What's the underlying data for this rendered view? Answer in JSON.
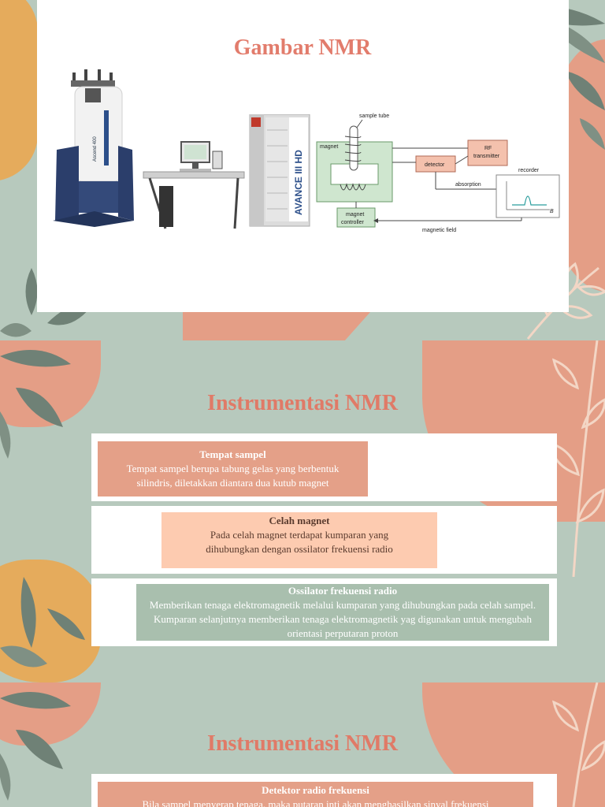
{
  "colors": {
    "background": "#b7c9bd",
    "accent_title": "#e07a67",
    "salmon": "#e4a088",
    "peach": "#fdcbb0",
    "sage_box": "#a9bfae",
    "mustard": "#e5ab5c",
    "leaf_dark": "#6f8176"
  },
  "slide1": {
    "title": "Gambar NMR",
    "diagram": {
      "sample_tube": "sample tube",
      "magnet": "magnet",
      "detector": "detector",
      "rf_transmitter_line1": "RF",
      "rf_transmitter_line2": "transmitter",
      "recorder": "recorder",
      "absorption": "absorption",
      "magnet_controller_line1": "magnet",
      "magnet_controller_line2": "controller",
      "magnetic_field": "magnetic field",
      "b_label": "B"
    },
    "instrument_labels": {
      "magnet_brand": "Ascend 400",
      "console_text": "AVANCE III HD"
    }
  },
  "slide2": {
    "title": "Instrumentasi NMR",
    "items": [
      {
        "title": "Tempat sampel",
        "text": "Tempat sampel berupa tabung gelas yang berbentuk silindris, diletakkan diantara dua kutub magnet"
      },
      {
        "title": "Celah magnet",
        "text": "Pada celah magnet terdapat kumparan yang dihubungkan dengan ossilator frekuensi radio"
      },
      {
        "title": "Ossilator frekuensi radio",
        "text": "Memberikan tenaga elektromagnetik melalui kumparan yang dihubungkan pada celah sampel. Kumparan selanjutnya memberikan tenaga elektromagnetik yag digunakan untuk mengubah orientasi perputaran proton"
      }
    ]
  },
  "slide3": {
    "title": "Instrumentasi NMR",
    "items": [
      {
        "title": "Detektor radio frekuensi",
        "text": "Bila sampel menyerap tenaga, maka putaran inti akan menghasilkan sinyal frekuensi"
      }
    ]
  }
}
